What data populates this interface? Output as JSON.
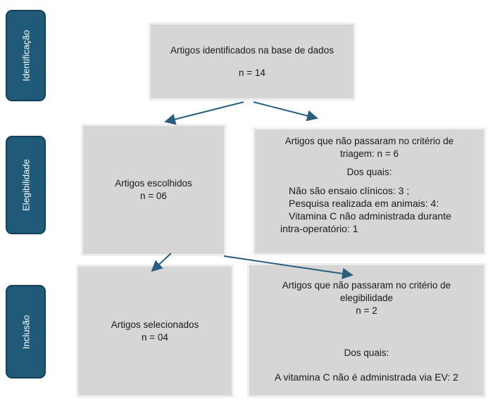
{
  "stages": {
    "identificacao": "Identificação",
    "elegibilidade": "Elegibilidade",
    "inclusao": "Inclusão"
  },
  "boxes": {
    "identified": {
      "title": "Artigos identificados na base de dados",
      "count": "n = 14"
    },
    "chosen": {
      "title": "Artigos escolhidos",
      "count": "n =  06"
    },
    "excluded_screening": {
      "title_line1": "Artigos que não passaram no critério de",
      "title_line2": "triagem: n =  6",
      "subheading": "Dos quais:",
      "reasons": [
        "Não são ensaio clínicos: 3 ;",
        "Pesquisa realizada em animais: 4:",
        "Vitamina C não administrada durante"
      ],
      "reason_continuation": "intra-operatório: 1"
    },
    "selected": {
      "title": "Artigos selecionados",
      "count": "n =  04"
    },
    "excluded_eligibility": {
      "title_line1": "Artigos que não passaram no critério de",
      "title_line2": "elegibilidade",
      "count": "n =  2",
      "subheading": "Dos quais:",
      "reason": "A vitamina C não é administrada via EV: 2"
    }
  },
  "colors": {
    "stage_fill": "#1f5a78",
    "box_fill": "#d6d6d6",
    "arrow": "#2a5f7e"
  }
}
